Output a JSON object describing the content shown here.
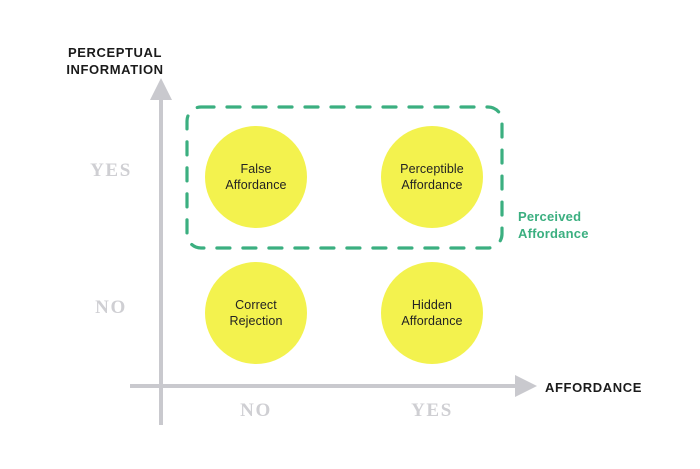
{
  "diagram": {
    "title_y_axis": "PERCEPTUAL\nINFORMATION",
    "title_x_axis": "AFFORDANCE",
    "y_ticks": {
      "high": "YES",
      "low": "NO"
    },
    "x_ticks": {
      "left": "NO",
      "right": "YES"
    },
    "group_label": "Perceived\nAffordance",
    "quadrants": [
      {
        "name": "false-affordance",
        "label": "False\nAffordance",
        "x": "NO",
        "y": "YES"
      },
      {
        "name": "perceptible-affordance",
        "label": "Perceptible\nAffordance",
        "x": "YES",
        "y": "YES"
      },
      {
        "name": "correct-rejection",
        "label": "Correct\nRejection",
        "x": "NO",
        "y": "NO"
      },
      {
        "name": "hidden-affordance",
        "label": "Hidden\nAffordance",
        "x": "YES",
        "y": "NO"
      }
    ],
    "colors": {
      "bubble_fill": "#F3F24E",
      "axis_gray": "#C9C9CE",
      "tick_text": "#CFCFD3",
      "accent_green": "#3BAF80",
      "title_text": "#1B1B1B",
      "background": "#FFFFFF"
    }
  }
}
